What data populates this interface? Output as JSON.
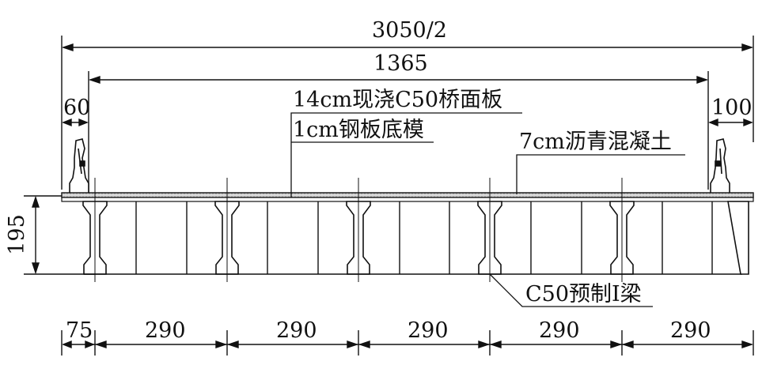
{
  "dimensions": {
    "overall_half_width": "3050/2",
    "deck_span": "1365",
    "left_overhang": "60",
    "right_overhang": "100",
    "height": "195",
    "bottom": [
      "75",
      "290",
      "290",
      "290",
      "290",
      "290"
    ]
  },
  "callouts": {
    "deck_slab": "14cm现浇C50桥面板",
    "steel_formwork": "1cm钢板底模",
    "asphalt": "7cm沥青混凝土",
    "girder": "C50预制I梁"
  },
  "colors": {
    "line": "#111111",
    "deck_fill": "#d6d6d6",
    "girder_fill": "#ffffff"
  }
}
